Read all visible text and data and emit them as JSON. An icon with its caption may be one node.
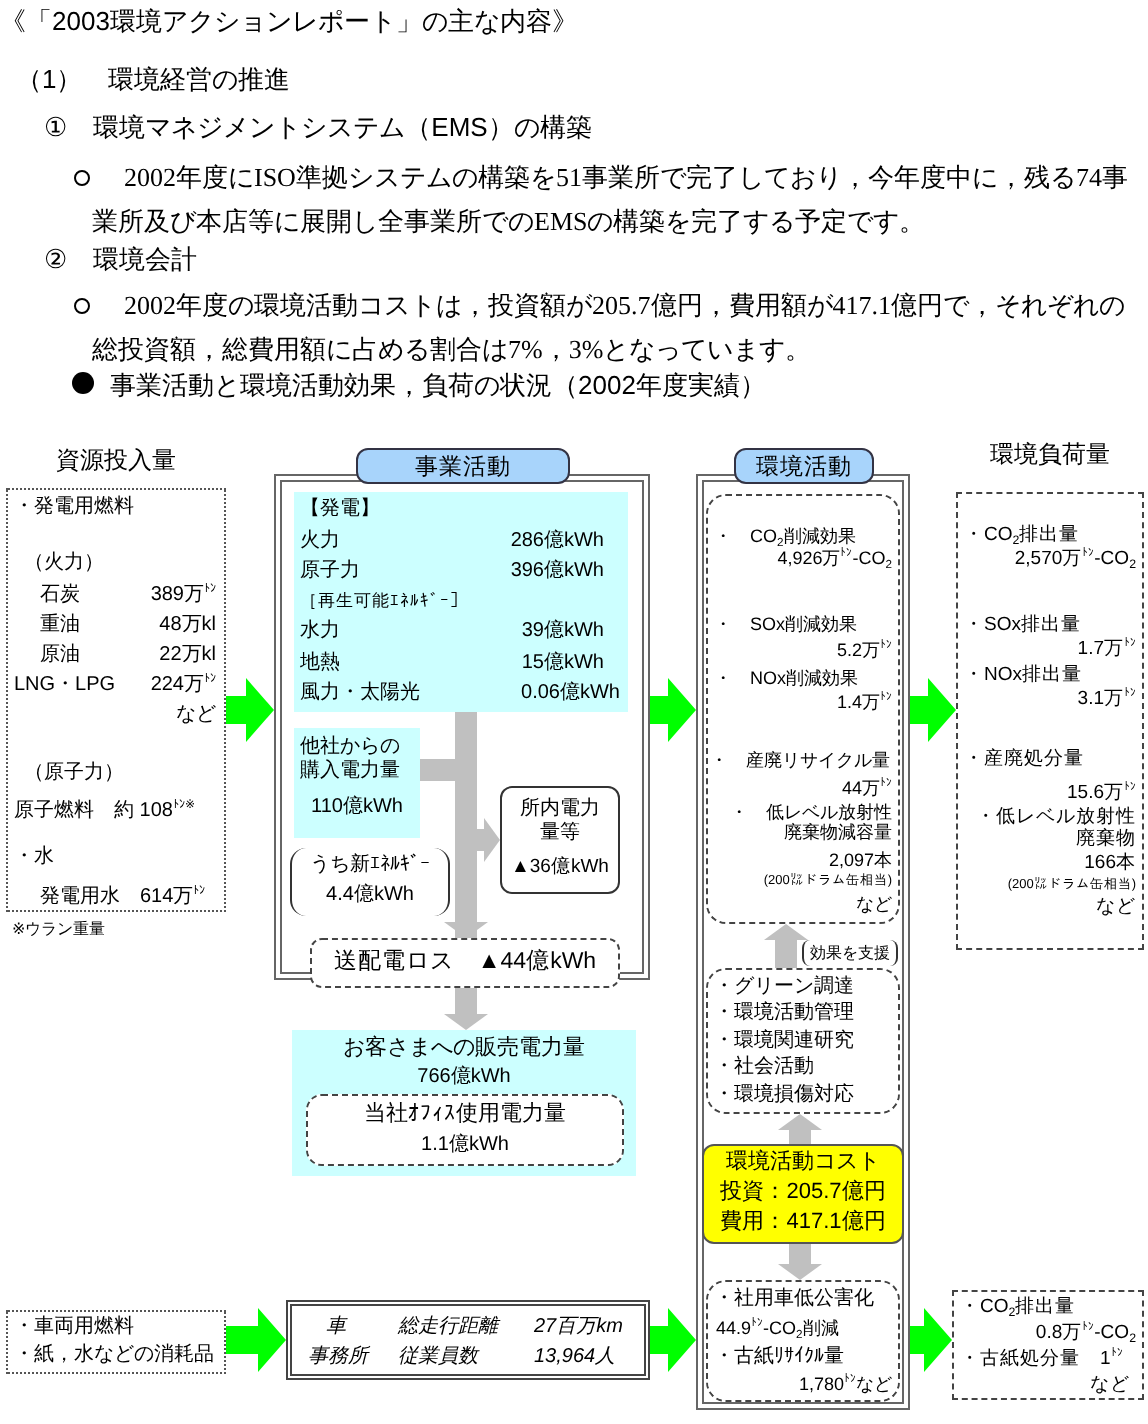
{
  "diagram": {
    "title": "《「2003環境アクションレポート」の主な内容》",
    "nodes": [
      {
        "beside": [
          "※ウラン重量"
        ],
        "text": [
          "資源投入量",
          "・発電用燃料",
          "（火力）",
          "石炭",
          "389万$^{ﾄﾝ}$",
          "重油",
          "48万kl",
          "原油",
          "22万kl",
          "LNG・LPG",
          "224万$^{ﾄﾝ}$",
          "など",
          "（原子力）",
          "原子燃料　約 108$^{ﾄﾝ※}$",
          "・水",
          "発電用水　614万$^{ﾄﾝ}$"
        ]
      },
      {
        "text": [
          "事業活動"
        ]
      },
      {
        "text": [
          "【発電】",
          "火力",
          "286億kWh",
          "原子力",
          "396億kWh",
          "［再生可能ｴﾈﾙｷﾞｰ］",
          "水力",
          "39億kWh",
          "地熱",
          "15億kWh",
          "風力・太陽光",
          "0.06億kWh"
        ],
        "in": 1
      },
      {
        "text": [
          "他社からの購入電力量",
          "110億kWh"
        ],
        "in": 1
      },
      {
        "text": [
          "うち新ｴﾈﾙｷﾞｰ",
          "4.4億kWh"
        ],
        "in": 1
      },
      {
        "text": [
          "所内電力量等",
          "▲36億kWh"
        ],
        "in": 1
      },
      {
        "text": [
          "送配電ロス　▲44億kWh"
        ]
      },
      {
        "text": [
          "お客さまへの販売電力量",
          "766億kWh"
        ]
      },
      {
        "text": [
          "当社ｵﾌｨｽ使用電力量",
          "1.1億kWh"
        ],
        "in": 7
      },
      {
        "text": [
          "環境活動"
        ]
      },
      {
        "text": [
          "・　CO$_{2}$削減効果",
          "4,926万$^{ﾄﾝ}$-CO$_{2}$",
          "・　SOx削減効果",
          "5.2万$^{ﾄﾝ}$",
          "・　NOx削減効果",
          "1.4万$^{ﾄﾝ}$",
          "・　産廃リサイクル量",
          "44万$^{ﾄﾝ}$",
          "・　低レベル放射性廃棄物減容量",
          "2,097本",
          "(200㍑ドラム缶相当)",
          "など"
        ],
        "in": 9
      },
      {
        "text": [
          "・グリーン調達",
          "・環境活動管理",
          "・環境関連研究",
          "・社会活動",
          "・環境損傷対応"
        ],
        "in": 9
      },
      {
        "text": [
          "環境活動コスト",
          "投資：205.7億円",
          "費用：417.1億円"
        ],
        "in": 9
      },
      {
        "text": [
          "・社用車低公害化",
          "44.9$^{ﾄﾝ}$-CO$_{2}$削減",
          "・古紙ﾘｻｲｸﾙ量",
          "1,780$^{ﾄﾝ}$など"
        ],
        "in": 9
      },
      {
        "text": [
          "環境負荷量",
          "・CO$_{2}$排出量",
          "2,570万$^{ﾄﾝ}$-CO$_{2}$",
          "・SOx排出量",
          "1.7万$^{ﾄﾝ}$",
          "・NOx排出量",
          "3.1万$^{ﾄﾝ}$",
          "・産廃処分量",
          "15.6万$^{ﾄﾝ}$",
          "・低レベル放射性廃棄物",
          "166本",
          "(200㍑ドラム缶相当)",
          "など"
        ]
      },
      {
        "text": [
          "・車両用燃料",
          "・紙，水などの消耗品"
        ]
      },
      {
        "text": [
          "車",
          "総走行距離",
          "27百万km",
          "事務所",
          "従業員数",
          "13,964人"
        ]
      },
      {
        "text": [
          "・CO$_{2}$排出量",
          "0.8万$^{ﾄﾝ}$-CO$_{2}$",
          "・古紙処分量　1$^{ﾄﾝ}$",
          "など"
        ]
      }
    ],
    "edges": [
      {
        "from": 0,
        "to": 1,
        "arrow": "to",
        "color": "#00ff00"
      },
      {
        "from": 1,
        "to": 9,
        "arrow": "to",
        "color": "#00ff00"
      },
      {
        "from": 9,
        "to": 14,
        "arrow": "to",
        "color": "#00ff00"
      },
      {
        "from": 15,
        "to": 16,
        "arrow": "to",
        "color": "#00ff00"
      },
      {
        "from": 16,
        "to": 9,
        "arrow": "to",
        "color": "#00ff00"
      },
      {
        "from": 9,
        "to": 17,
        "arrow": "to",
        "color": "#00ff00"
      },
      {
        "from": 2,
        "to": 6,
        "arrow": "none",
        "color": "#c0c0c0"
      },
      {
        "from": 6,
        "to": 7,
        "arrow": "to",
        "color": "#c0c0c0"
      },
      {
        "from": 3,
        "to": 6,
        "arrow": "to",
        "color": "#c0c0c0"
      },
      {
        "from": 2,
        "to": 5,
        "arrow": "to",
        "color": "#c0c0c0"
      },
      {
        "from": 11,
        "to": 10,
        "arrow": "to",
        "color": "#c0c0c0",
        "label": "効果を支援"
      },
      {
        "from": 12,
        "to": 11,
        "arrow": "to",
        "color": "#c0c0c0"
      },
      {
        "from": 12,
        "to": 13,
        "arrow": "to",
        "color": "#c0c0c0"
      }
    ],
    "labels": [
      "（1）　環境経営の推進",
      "①　環境マネジメントシステム（EMS）の構築",
      "2002年度にISO準拠システムの構築を51事業所で完了しており，今年度中に，残る74事業所及び本店等に展開し全事業所でのEMSの構築を完了する予定です。",
      "②　環境会計",
      "2002年度の環境活動コストは，投資額が205.7億円，費用額が417.1億円で，それぞれの総投資額，総費用額に占める割合は7%，3%となっています。",
      "事業活動と環境活動効果，負荷の状況（2002年度実績）"
    ]
  }
}
